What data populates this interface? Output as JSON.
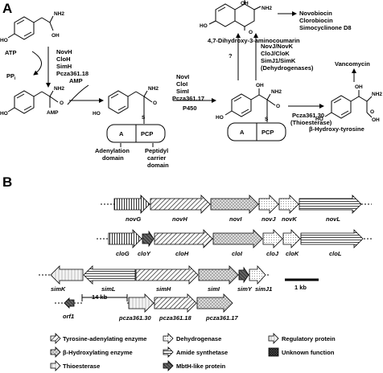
{
  "panel_a": {
    "label": "A",
    "atp_reagents": {
      "atp": "ATP",
      "ppi": "PP",
      "ppi_sub": "i",
      "enzymes": [
        "NovH",
        "CloH",
        "SimH",
        "Pcza361.18"
      ]
    },
    "amp": "AMP",
    "nh2": "NH2",
    "ho": "HO",
    "oh": "OH",
    "o": "O",
    "s": "S",
    "amp_group": "AMP",
    "domain_a": "A",
    "domain_pcp": "PCP",
    "adenylation_label": [
      "Adenylation",
      "domain"
    ],
    "carrier_label": [
      "Peptidyl",
      "carrier",
      "domain"
    ],
    "p450_enzymes": [
      "NovI",
      "CloI",
      "SimI",
      "Pcza361.17"
    ],
    "p450": "P450",
    "dehydrogenases": [
      "NovJ/NovK",
      "CloJ/CloK",
      "SimJ1/SimK",
      "(Dehydrogenases)"
    ],
    "question": "?",
    "aminocoumarin": "4,7-Dihydroxy-3-aminocoumarin",
    "antibiotics": [
      "Novobiocin",
      "Clorobiocin",
      "Simocyclinone D8"
    ],
    "thioesterase": [
      "Pcza361.30",
      "(Thioesterase)"
    ],
    "vancomycin": "Vancomycin",
    "hydroxytyrosine": "β-Hydroxy-tyrosine"
  },
  "panel_b": {
    "label": "B",
    "clusters": [
      {
        "genes": [
          "novG",
          "novH",
          "novI",
          "novJ",
          "novK",
          "novL"
        ]
      },
      {
        "genes": [
          "cloG",
          "cloY",
          "cloH",
          "cloI",
          "cloJ",
          "cloK",
          "cloL"
        ]
      },
      {
        "genes": [
          "simK",
          "simL",
          "simH",
          "simI",
          "simY",
          "simJ1"
        ]
      },
      {
        "genes": [
          "orf1",
          "pcza361.30",
          "pcza361.18",
          "pcza361.17"
        ]
      }
    ],
    "gap": "14 kb",
    "scale": "1 kb",
    "legend": [
      "Tyrosine-adenylating enzyme",
      "Dehydrogenase",
      "Regulatory protein",
      "β-Hydroxylating enzyme",
      "Amide synthetase",
      "Unknown function",
      "Thioesterase",
      "MbtH-like protein"
    ]
  }
}
